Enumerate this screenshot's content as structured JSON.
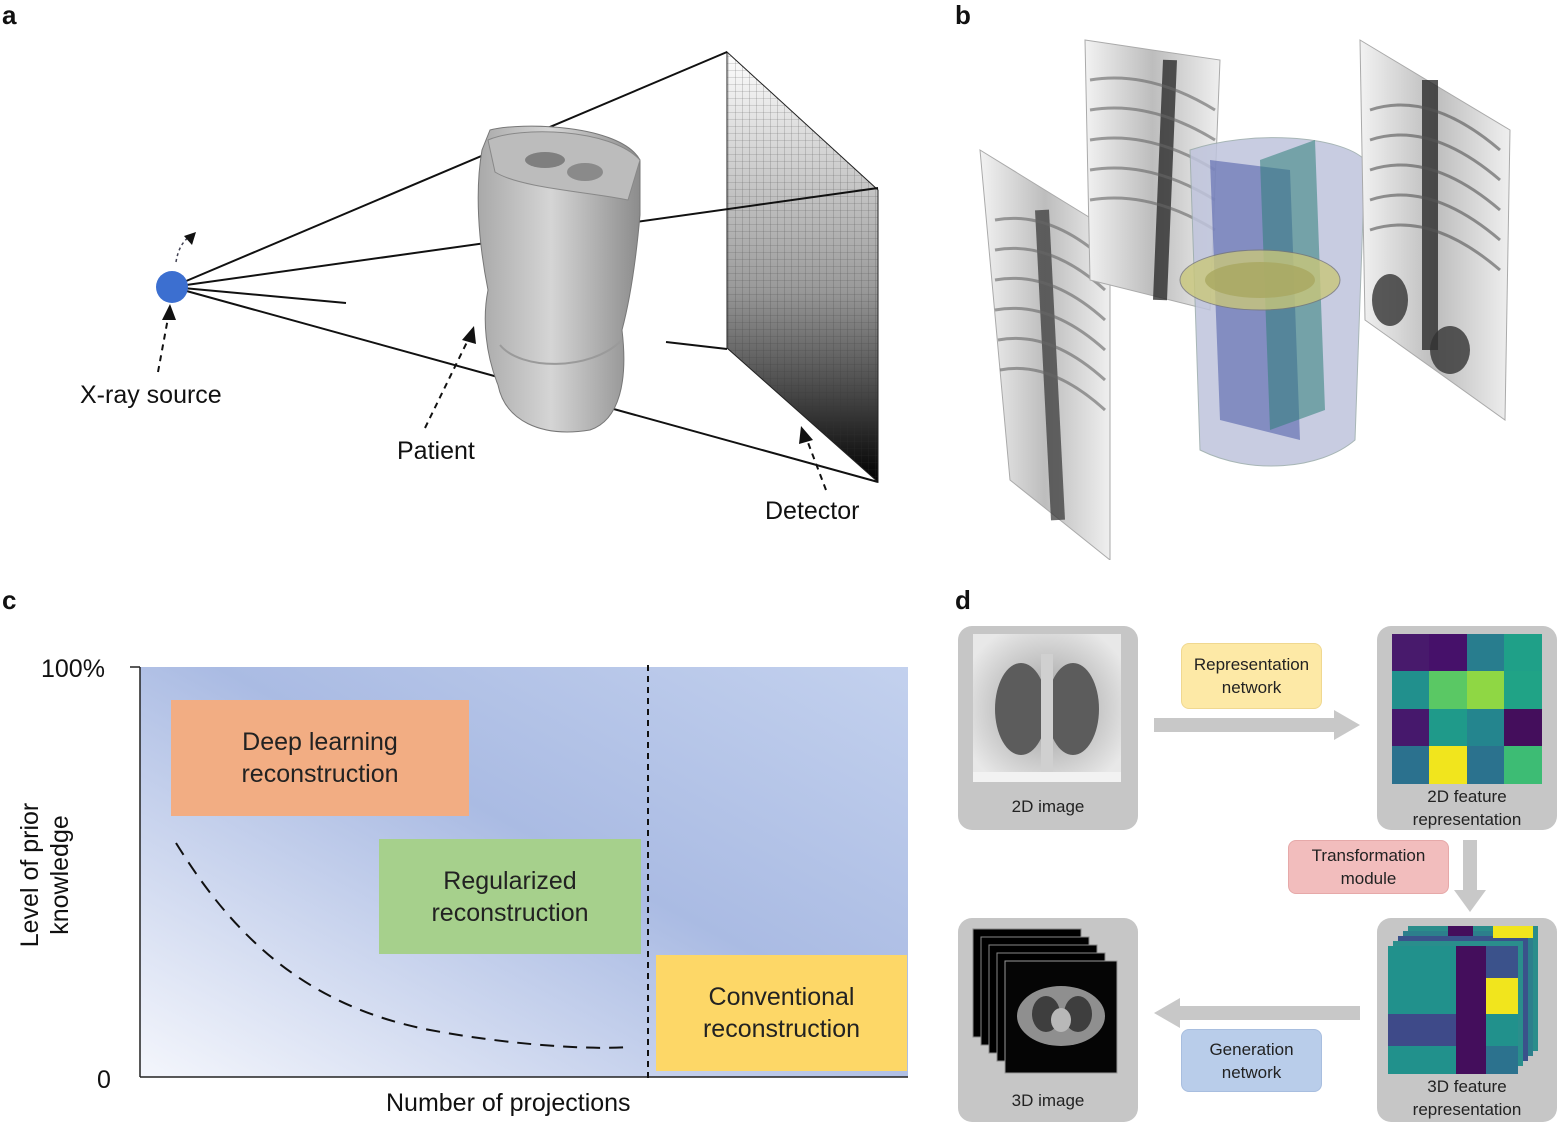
{
  "panels": {
    "a": {
      "letter": "a",
      "labels": {
        "source": "X-ray source",
        "patient": "Patient",
        "detector": "Detector"
      }
    },
    "b": {
      "letter": "b"
    },
    "c": {
      "letter": "c",
      "y_label_line1": "Level of prior",
      "y_label_line2": "knowledge",
      "y_tick_top": "100%",
      "y_tick_bottom": "0",
      "x_label": "Number of projections",
      "boxes": {
        "deep_line1": "Deep learning",
        "deep_line2": "reconstruction",
        "reg_line1": "Regularized",
        "reg_line2": "reconstruction",
        "conv_line1": "Conventional",
        "conv_line2": "reconstruction"
      },
      "colors": {
        "deep": "#f2ad83",
        "regularized": "#a6d08c",
        "conventional": "#fdd767"
      }
    },
    "d": {
      "letter": "d",
      "image2d_label": "2D image",
      "image3d_label": "3D image",
      "feat2d_line1": "2D feature",
      "feat2d_line2": "representation",
      "feat3d_line1": "3D feature",
      "feat3d_line2": "representation",
      "rep_net_line1": "Representation",
      "rep_net_line2": "network",
      "trans_line1": "Transformation",
      "trans_line2": "module",
      "gen_line1": "Generation",
      "gen_line2": "network",
      "colors": {
        "representation": "#fde9a6",
        "transformation": "#f2bdbd",
        "generation": "#b9cdea"
      }
    }
  }
}
